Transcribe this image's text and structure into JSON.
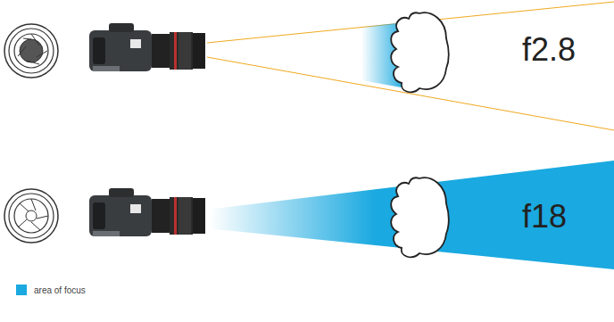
{
  "diagram": {
    "labels": [
      "f2.8",
      "f18"
    ],
    "legend": [
      {
        "text": "area of focus",
        "color": "#1aa9e0"
      }
    ]
  }
}
